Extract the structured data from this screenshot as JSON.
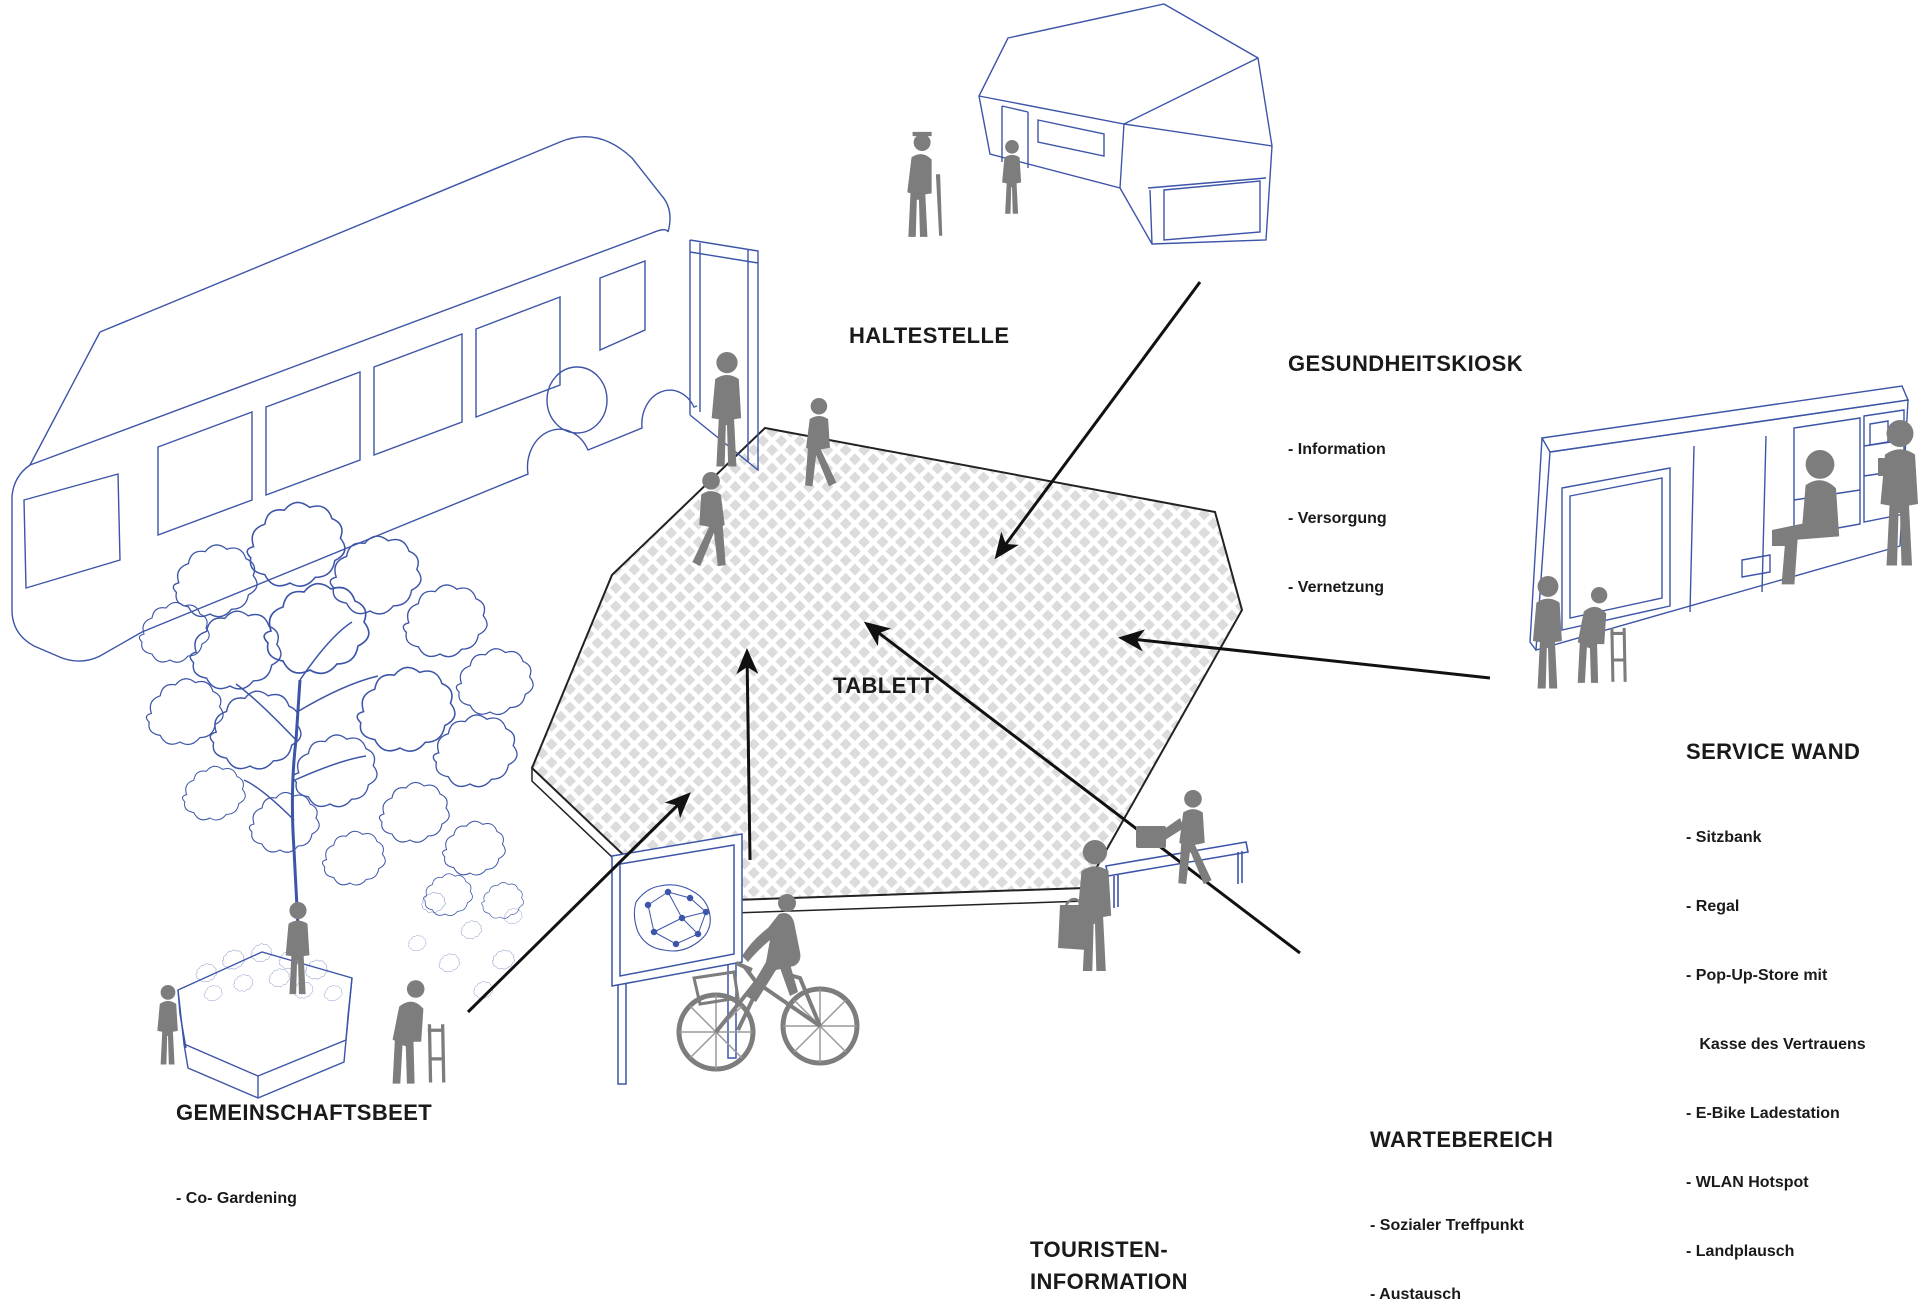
{
  "diagram": {
    "central_title": "TABLETT",
    "labels": {
      "haltestelle": {
        "title": "HALTESTELLE"
      },
      "gesundheitskiosk": {
        "title": "GESUNDHEITSKIOSK",
        "items": [
          "- Information",
          "- Versorgung",
          "- Vernetzung"
        ]
      },
      "service_wand": {
        "title": "SERVICE WAND",
        "items": [
          "- Sitzbank",
          "- Regal",
          "- Pop-Up-Store mit",
          "   Kasse des Vertrauens",
          "- E-Bike Ladestation",
          "- WLAN Hotspot",
          "- Landplausch"
        ]
      },
      "wartebereich": {
        "title": "WARTEBEREICH",
        "items": [
          "- Sozialer Treffpunkt",
          "- Austausch"
        ]
      },
      "gemeinschaftsbeet": {
        "title": "GEMEINSCHAFTSBEET",
        "items": [
          "- Co- Gardening"
        ]
      },
      "touristen_information": {
        "title_line1": "TOURISTEN-",
        "title_line2": "INFORMATION"
      },
      "tablett": {
        "title": "TABLETT"
      }
    },
    "illustrations": {
      "bus": "bus-illustration",
      "health_kiosk": "health-kiosk-illustration",
      "service_wall": "service-wall-illustration",
      "waiting_bench": "waiting-bench-illustration",
      "tourist_sign": "tourist-info-sign-illustration",
      "community_bed": "community-bed-illustration",
      "platform": "tablett-platform"
    },
    "colors": {
      "outline_blue": "#3d55a8",
      "silhouette_gray": "#7d7d7d",
      "hatch_gray": "#dcdcdc",
      "arrow_black": "#111111",
      "text_black": "#1a1a1a",
      "background": "#ffffff"
    }
  }
}
